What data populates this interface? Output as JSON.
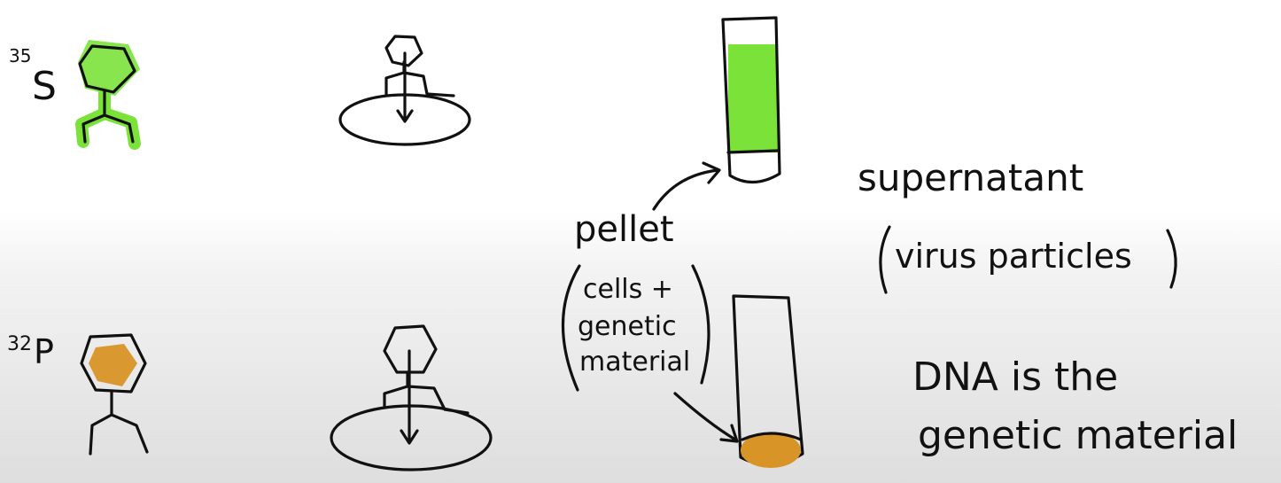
{
  "isotopes": {
    "sulfur": {
      "mass": "35",
      "symbol": "S"
    },
    "phosphorus": {
      "mass": "32",
      "symbol": "P"
    }
  },
  "labels": {
    "pellet": "pellet",
    "pellet_detail_line1": "cells +",
    "pellet_detail_line2": "genetic",
    "pellet_detail_line3": "material",
    "supernatant": "supernatant",
    "supernatant_detail": "virus particles",
    "conclusion_line1": "DNA is the",
    "conclusion_line2": "genetic material"
  },
  "colors": {
    "protein_label": "#7be23a",
    "dna_label": "#d89426",
    "ink": "#111111"
  }
}
